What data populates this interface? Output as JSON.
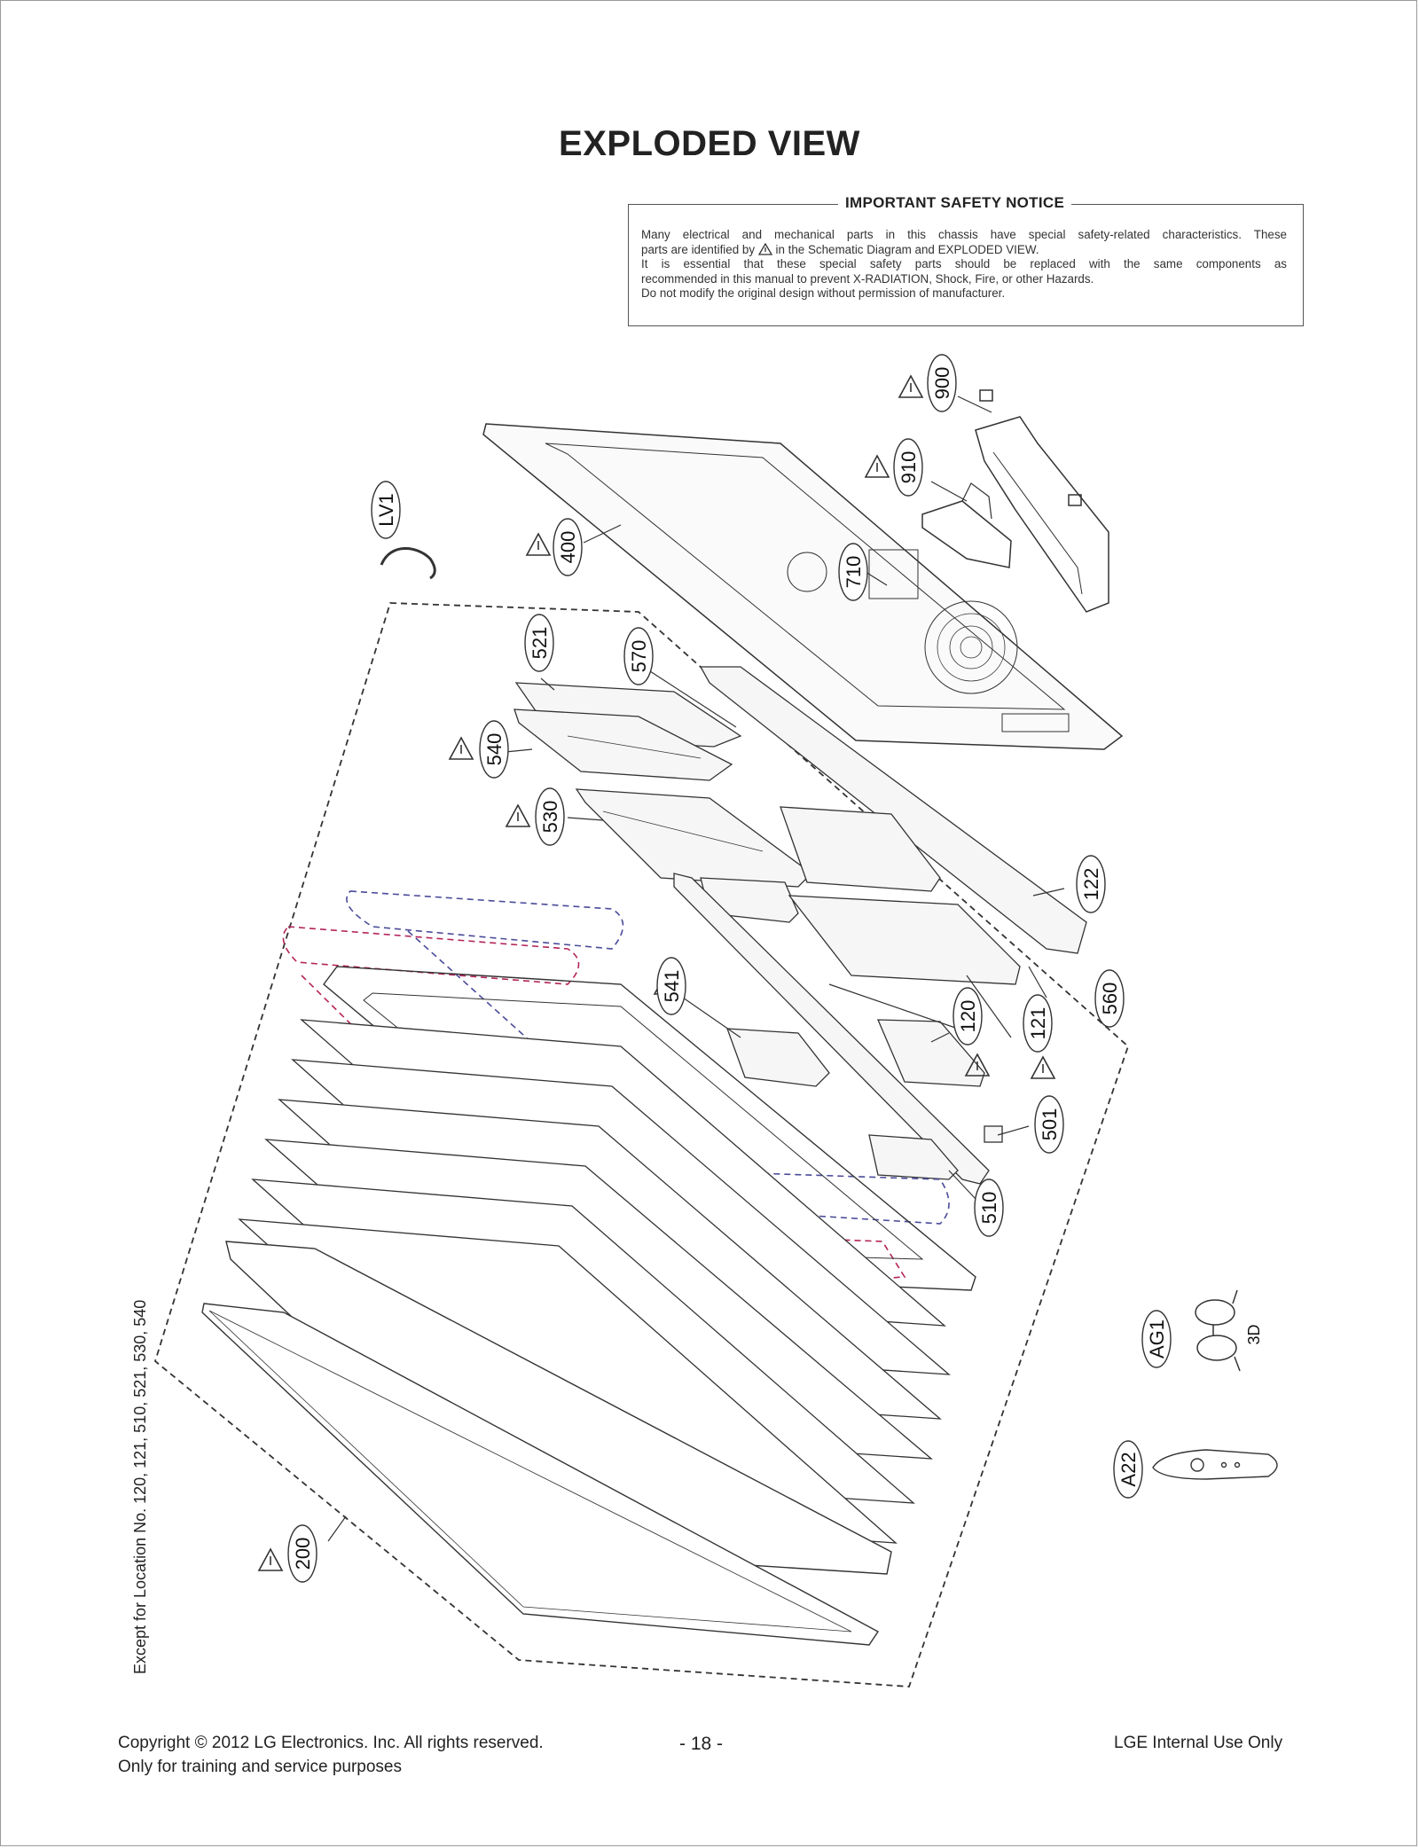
{
  "page": {
    "title": "EXPLODED VIEW",
    "notice": {
      "title": "IMPORTANT SAFETY NOTICE",
      "line1": "Many electrical and mechanical parts in this chassis have special safety-related characteristics. These",
      "line2a": "parts are identified by",
      "line2b": "in the Schematic Diagram and EXPLODED VIEW.",
      "line3": "It is essential that these special safety parts should be replaced with the same components as",
      "line4": "recommended in this manual to prevent X-RADIATION, Shock, Fire, or other Hazards.",
      "line5": "Do not modify the original design without permission of manufacturer."
    },
    "side_note": "Except for Location No. 120, 121, 510, 521, 530, 540",
    "footer": {
      "copyright": "Copyright  © 2012  LG Electronics. Inc. All rights reserved.",
      "training": "Only for training and service purposes",
      "page_number": "- 18 -",
      "internal": "LGE Internal Use Only"
    }
  },
  "callouts": {
    "c900": "900",
    "c910": "910",
    "c400": "400",
    "cLV1": "LV1",
    "c710": "710",
    "c521": "521",
    "c570": "570",
    "c540": "540",
    "c530": "530",
    "c122": "122",
    "c541": "541",
    "c560": "560",
    "c120": "120",
    "c121": "121",
    "c501": "501",
    "c510": "510",
    "cAG1": "AG1",
    "c3D": "3D",
    "cA22": "A22",
    "c200": "200"
  },
  "icons": {
    "safety": "warning-triangle-icon",
    "glasses": "3d-glasses-icon",
    "remote": "magic-remote-icon"
  }
}
